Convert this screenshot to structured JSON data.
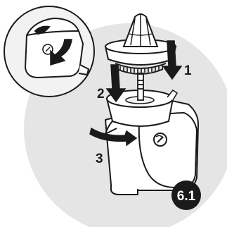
{
  "figure": {
    "label": "6.1",
    "steps": [
      {
        "number": "1"
      },
      {
        "number": "2"
      },
      {
        "number": "3"
      }
    ]
  },
  "colors": {
    "background_circle": "#e5e5e5",
    "inset_circle": "#f2f2f2",
    "outline": "#1a1a1a",
    "badge": "#1a1a1a",
    "badge_text": "#ffffff",
    "body_fill": "#ffffff"
  }
}
